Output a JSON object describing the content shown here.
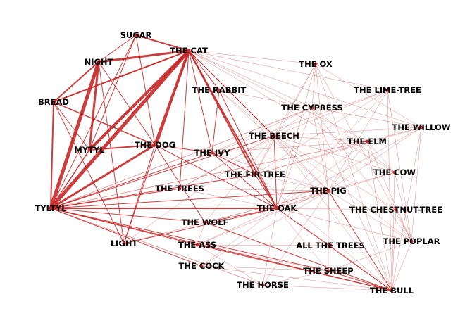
{
  "colors": {
    "edge": "#c62828",
    "node": "#c62828",
    "label": "#000000"
  },
  "nodes": [
    {
      "id": "sugar",
      "label": "SUGAR"
    },
    {
      "id": "the_cat",
      "label": "THE CAT"
    },
    {
      "id": "night",
      "label": "NIGHT"
    },
    {
      "id": "bread",
      "label": "BREAD"
    },
    {
      "id": "mytyl",
      "label": "MYTYL"
    },
    {
      "id": "the_dog",
      "label": "THE DOG"
    },
    {
      "id": "tyltyl",
      "label": "TYLTYL"
    },
    {
      "id": "light",
      "label": "LIGHT"
    },
    {
      "id": "the_rabbit",
      "label": "THE RABBIT"
    },
    {
      "id": "the_ivy",
      "label": "THE IVY"
    },
    {
      "id": "the_trees",
      "label": "THE TREES"
    },
    {
      "id": "the_fir_tree",
      "label": "THE FIR-TREE"
    },
    {
      "id": "the_beech",
      "label": "THE BEECH"
    },
    {
      "id": "the_oak",
      "label": "THE OAK"
    },
    {
      "id": "the_wolf",
      "label": "THE WOLF"
    },
    {
      "id": "the_ass",
      "label": "THE ASS"
    },
    {
      "id": "the_cock",
      "label": "THE COCK"
    },
    {
      "id": "the_horse",
      "label": "THE HORSE"
    },
    {
      "id": "the_ox",
      "label": "THE OX"
    },
    {
      "id": "the_cypress",
      "label": "THE CYPRESS"
    },
    {
      "id": "the_lime_tree",
      "label": "THE LIME-TREE"
    },
    {
      "id": "the_willow",
      "label": "THE WILLOW"
    },
    {
      "id": "the_elm",
      "label": "THE ELM"
    },
    {
      "id": "the_cow",
      "label": "THE COW"
    },
    {
      "id": "the_pig",
      "label": "THE PIG"
    },
    {
      "id": "the_chestnut_tree",
      "label": "THE CHESTNUT-TREE"
    },
    {
      "id": "the_poplar",
      "label": "THE POPLAR"
    },
    {
      "id": "all_the_trees",
      "label": "ALL THE TREES"
    },
    {
      "id": "the_sheep",
      "label": "THE SHEEP"
    },
    {
      "id": "the_bull",
      "label": "THE BULL"
    }
  ],
  "edges": [
    [
      "the_cat",
      "tyltyl",
      5
    ],
    [
      "night",
      "tyltyl",
      5
    ],
    [
      "mytyl",
      "the_cat",
      4
    ],
    [
      "the_dog",
      "the_cat",
      4
    ],
    [
      "tyltyl",
      "the_dog",
      3
    ],
    [
      "night",
      "the_cat",
      3
    ],
    [
      "night",
      "mytyl",
      3
    ],
    [
      "bread",
      "tyltyl",
      2
    ],
    [
      "bread",
      "the_cat",
      2
    ],
    [
      "sugar",
      "the_cat",
      2
    ],
    [
      "tyltyl",
      "the_oak",
      2
    ],
    [
      "the_cat",
      "the_oak",
      2
    ],
    [
      "night",
      "bread",
      2
    ],
    [
      "the_cat",
      "the_fir_tree",
      2
    ],
    [
      "mytyl",
      "the_dog",
      2
    ],
    [
      "the_dog",
      "bread",
      1.5
    ],
    [
      "sugar",
      "night",
      1
    ],
    [
      "sugar",
      "mytyl",
      1
    ],
    [
      "sugar",
      "the_dog",
      1
    ],
    [
      "sugar",
      "tyltyl",
      1
    ],
    [
      "the_cat",
      "the_rabbit",
      1
    ],
    [
      "the_cat",
      "the_ivy",
      1
    ],
    [
      "the_cat",
      "the_trees",
      1
    ],
    [
      "the_cat",
      "the_beech",
      1
    ],
    [
      "the_cat",
      "bread",
      1
    ],
    [
      "the_cat",
      "light",
      1
    ],
    [
      "night",
      "the_dog",
      1
    ],
    [
      "night",
      "light",
      1
    ],
    [
      "bread",
      "mytyl",
      1
    ],
    [
      "bread",
      "light",
      1
    ],
    [
      "mytyl",
      "tyltyl",
      1.5
    ],
    [
      "the_dog",
      "the_ivy",
      1
    ],
    [
      "the_dog",
      "the_oak",
      1
    ],
    [
      "the_dog",
      "light",
      1
    ],
    [
      "the_dog",
      "the_wolf",
      1
    ],
    [
      "tyltyl",
      "the_ivy",
      1
    ],
    [
      "tyltyl",
      "the_beech",
      1
    ],
    [
      "tyltyl",
      "the_fir_tree",
      1
    ],
    [
      "tyltyl",
      "the_trees",
      1
    ],
    [
      "tyltyl",
      "the_wolf",
      1
    ],
    [
      "tyltyl",
      "the_ass",
      1
    ],
    [
      "tyltyl",
      "the_cock",
      1
    ],
    [
      "tyltyl",
      "the_pig",
      1
    ],
    [
      "tyltyl",
      "the_bull",
      1
    ],
    [
      "tyltyl",
      "the_sheep",
      1
    ],
    [
      "tyltyl",
      "the_horse",
      0.8
    ],
    [
      "tyltyl",
      "the_elm",
      0.8
    ],
    [
      "tyltyl",
      "the_cypress",
      0.8
    ],
    [
      "the_oak",
      "the_wolf",
      1
    ],
    [
      "the_oak",
      "light",
      1
    ],
    [
      "the_oak",
      "the_beech",
      1
    ],
    [
      "the_oak",
      "the_ivy",
      1
    ],
    [
      "the_oak",
      "the_fir_tree",
      1
    ],
    [
      "the_oak",
      "the_rabbit",
      1
    ],
    [
      "the_bull",
      "the_ass",
      1
    ],
    [
      "the_bull",
      "the_wolf",
      1
    ],
    [
      "the_bull",
      "the_pig",
      1
    ],
    [
      "the_bull",
      "the_oak",
      1
    ],
    [
      "the_bull",
      "the_sheep",
      1
    ],
    [
      "the_rabbit",
      "the_ivy",
      1
    ],
    [
      "the_ivy",
      "the_fir_tree",
      1
    ],
    [
      "the_beech",
      "the_trees",
      0.8
    ],
    [
      "the_cat",
      "the_ox",
      0.5
    ],
    [
      "the_cat",
      "the_cypress",
      0.5
    ],
    [
      "the_cat",
      "the_lime_tree",
      0.5
    ],
    [
      "the_cat",
      "the_willow",
      0.5
    ],
    [
      "the_cat",
      "the_elm",
      0.5
    ],
    [
      "the_cat",
      "the_pig",
      0.5
    ],
    [
      "the_cat",
      "the_cow",
      0.5
    ],
    [
      "the_ox",
      "the_oak",
      0.5
    ],
    [
      "the_ox",
      "the_beech",
      0.5
    ],
    [
      "the_ox",
      "the_fir_tree",
      0.5
    ],
    [
      "the_ox",
      "the_cypress",
      0.5
    ],
    [
      "the_ox",
      "the_poplar",
      0.5
    ],
    [
      "the_ox",
      "the_bull",
      0.5
    ],
    [
      "the_ox",
      "the_pig",
      0.5
    ],
    [
      "the_ox",
      "the_willow",
      0.5
    ],
    [
      "the_lime_tree",
      "the_beech",
      0.5
    ],
    [
      "the_lime_tree",
      "the_oak",
      0.5
    ],
    [
      "the_lime_tree",
      "the_fir_tree",
      0.5
    ],
    [
      "the_lime_tree",
      "the_poplar",
      0.5
    ],
    [
      "the_lime_tree",
      "the_bull",
      0.5
    ],
    [
      "the_lime_tree",
      "the_ivy",
      0.5
    ],
    [
      "the_lime_tree",
      "the_pig",
      0.5
    ],
    [
      "the_willow",
      "the_elm",
      0.5
    ],
    [
      "the_willow",
      "the_oak",
      0.5
    ],
    [
      "the_willow",
      "the_poplar",
      0.5
    ],
    [
      "the_willow",
      "the_bull",
      0.5
    ],
    [
      "the_willow",
      "the_beech",
      0.5
    ],
    [
      "the_willow",
      "the_fir_tree",
      0.5
    ],
    [
      "the_willow",
      "the_pig",
      0.5
    ],
    [
      "the_willow",
      "the_cypress",
      0.5
    ],
    [
      "the_cypress",
      "the_oak",
      0.5
    ],
    [
      "the_cypress",
      "the_beech",
      0.5
    ],
    [
      "the_cypress",
      "the_pig",
      0.5
    ],
    [
      "the_cypress",
      "the_cow",
      0.5
    ],
    [
      "the_cypress",
      "the_poplar",
      0.5
    ],
    [
      "the_cypress",
      "the_bull",
      0.5
    ],
    [
      "the_cypress",
      "the_ivy",
      0.5
    ],
    [
      "the_elm",
      "the_oak",
      0.5
    ],
    [
      "the_elm",
      "the_beech",
      0.5
    ],
    [
      "the_elm",
      "the_fir_tree",
      0.5
    ],
    [
      "the_elm",
      "the_poplar",
      0.5
    ],
    [
      "the_elm",
      "the_pig",
      0.5
    ],
    [
      "the_elm",
      "the_cow",
      0.5
    ],
    [
      "the_elm",
      "the_bull",
      0.5
    ],
    [
      "the_cow",
      "the_oak",
      0.5
    ],
    [
      "the_cow",
      "the_pig",
      0.5
    ],
    [
      "the_cow",
      "the_bull",
      0.5
    ],
    [
      "the_cow",
      "the_poplar",
      0.5
    ],
    [
      "the_cow",
      "the_beech",
      0.5
    ],
    [
      "the_pig",
      "the_poplar",
      0.5
    ],
    [
      "the_pig",
      "the_ass",
      0.5
    ],
    [
      "the_pig",
      "the_sheep",
      0.5
    ],
    [
      "the_pig",
      "the_beech",
      0.5
    ],
    [
      "the_pig",
      "the_oak",
      0.5
    ],
    [
      "the_pig",
      "the_horse",
      0.5
    ],
    [
      "the_pig",
      "the_cock",
      0.5
    ],
    [
      "the_pig",
      "the_wolf",
      0.5
    ],
    [
      "the_pig",
      "light",
      0.5
    ],
    [
      "the_chestnut_tree",
      "the_oak",
      0.5
    ],
    [
      "the_chestnut_tree",
      "the_poplar",
      0.5
    ],
    [
      "the_chestnut_tree",
      "the_beech",
      0.5
    ],
    [
      "the_chestnut_tree",
      "the_bull",
      0.5
    ],
    [
      "the_poplar",
      "the_oak",
      0.5
    ],
    [
      "the_poplar",
      "the_bull",
      0.5
    ],
    [
      "the_poplar",
      "the_beech",
      0.5
    ],
    [
      "the_poplar",
      "the_sheep",
      0.5
    ],
    [
      "all_the_trees",
      "the_oak",
      0.5
    ],
    [
      "all_the_trees",
      "the_bull",
      0.5
    ],
    [
      "all_the_trees",
      "the_pig",
      0.5
    ],
    [
      "all_the_trees",
      "the_ass",
      0.5
    ],
    [
      "the_sheep",
      "the_ass",
      0.5
    ],
    [
      "the_sheep",
      "the_cock",
      0.5
    ],
    [
      "the_sheep",
      "the_horse",
      0.5
    ],
    [
      "the_sheep",
      "the_oak",
      0.5
    ],
    [
      "the_horse",
      "the_ass",
      0.5
    ],
    [
      "the_horse",
      "the_bull",
      0.5
    ],
    [
      "the_horse",
      "the_oak",
      0.5
    ],
    [
      "the_cock",
      "the_oak",
      0.5
    ],
    [
      "the_cock",
      "the_bull",
      0.5
    ],
    [
      "the_ass",
      "the_wolf",
      0.5
    ],
    [
      "the_ass",
      "the_oak",
      0.5
    ],
    [
      "the_wolf",
      "the_beech",
      0.5
    ],
    [
      "the_beech",
      "the_fir_tree",
      0.5
    ],
    [
      "the_beech",
      "the_rabbit",
      0.5
    ],
    [
      "the_beech",
      "the_bull",
      0.5
    ],
    [
      "the_fir_tree",
      "the_bull",
      0.5
    ],
    [
      "the_fir_tree",
      "the_pig",
      0.5
    ],
    [
      "the_trees",
      "the_oak",
      0.5
    ],
    [
      "the_trees",
      "the_pig",
      0.5
    ],
    [
      "light",
      "the_beech",
      0.5
    ],
    [
      "the_rabbit",
      "the_pig",
      0.5
    ],
    [
      "the_rabbit",
      "the_cypress",
      0.5
    ],
    [
      "the_ivy",
      "the_pig",
      0.5
    ],
    [
      "the_ivy",
      "the_elm",
      0.5
    ]
  ]
}
